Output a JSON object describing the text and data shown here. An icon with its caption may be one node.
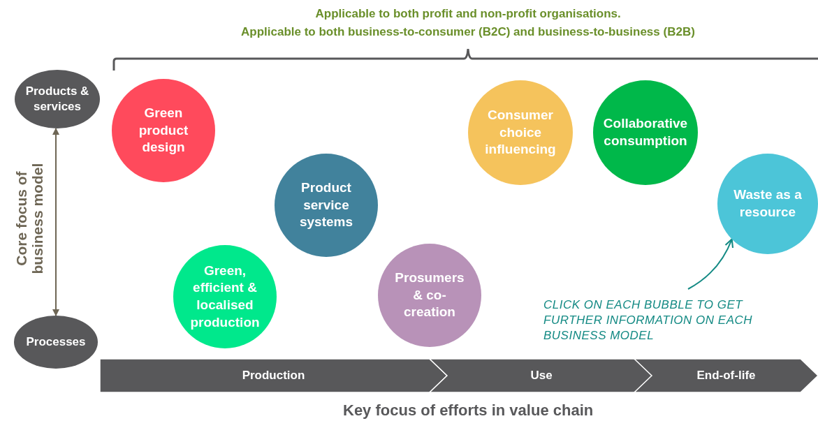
{
  "diagram": {
    "nodes": [
      {
        "text": [
          "Products & services"
        ]
      },
      {
        "text": [
          "Processes"
        ]
      },
      {
        "text": [
          "Green product design"
        ]
      },
      {
        "text": [
          "Product service systems"
        ]
      },
      {
        "text": [
          "Green, efficient & localised production"
        ]
      },
      {
        "text": [
          "Prosumers & co-creation"
        ]
      },
      {
        "text": [
          "Consumer choice influencing"
        ]
      },
      {
        "text": [
          "Collaborative consumption"
        ]
      },
      {
        "text": [
          "Waste as a resource"
        ]
      },
      {
        "text": [
          "Production"
        ]
      },
      {
        "text": [
          "Use"
        ]
      },
      {
        "text": [
          "End-of-life"
        ]
      },
      {
        "text": [
          "CLICK ON EACH BUBBLE TO GET FURTHER INFORMATION ON EACH BUSINESS MODEL"
        ]
      }
    ],
    "edges": [
      {
        "from": 0,
        "to": 1,
        "arrow": "both",
        "color": "#6e6655"
      },
      {
        "from": 12,
        "to": 8,
        "arrow": "to",
        "color": "#148a84"
      }
    ],
    "labels": [
      "Applicable to both profit and non-profit organisations.",
      "Applicable to both business-to-consumer (B2C) and business-to-business (B2B)",
      "Core focus of business model",
      "Key focus of efforts in value chain"
    ]
  }
}
